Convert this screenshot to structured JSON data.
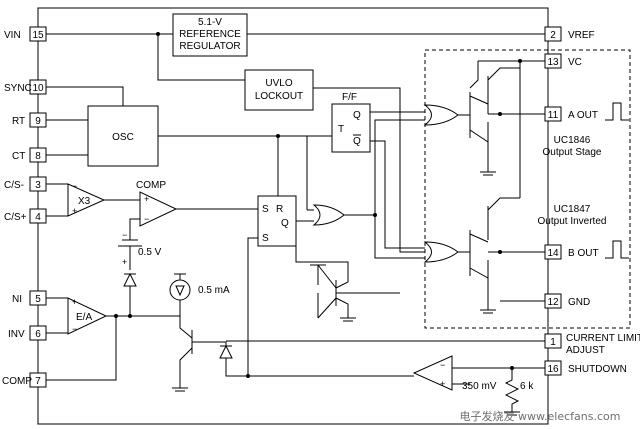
{
  "pins_left": [
    {
      "name": "VIN",
      "number": "15"
    },
    {
      "name": "SYNC",
      "number": "10"
    },
    {
      "name": "RT",
      "number": "9"
    },
    {
      "name": "CT",
      "number": "8"
    },
    {
      "name": "C/S-",
      "number": "3"
    },
    {
      "name": "C/S+",
      "number": "4"
    },
    {
      "name": "NI",
      "number": "5"
    },
    {
      "name": "INV",
      "number": "6"
    },
    {
      "name": "COMP",
      "number": "7"
    }
  ],
  "pins_right": [
    {
      "name": "VREF",
      "number": "2"
    },
    {
      "name": "VC",
      "number": "13"
    },
    {
      "name": "A OUT",
      "number": "11"
    },
    {
      "name": "B OUT",
      "number": "14"
    },
    {
      "name": "GND",
      "number": "12"
    },
    {
      "name": "CURRENT LIMIT",
      "name2": "ADJUST",
      "number": "1"
    },
    {
      "name": "SHUTDOWN",
      "number": "16"
    }
  ],
  "blocks": {
    "regulator": {
      "line1": "5.1-V",
      "line2": "REFERENCE",
      "line3": "REGULATOR"
    },
    "uvlo": {
      "line1": "UVLO",
      "line2": "LOCKOUT"
    },
    "osc": "OSC",
    "ff_title": "F/F",
    "ff_t": "T",
    "ff_q": "Q",
    "ff_qbar": "Q",
    "sr": {
      "s": "S",
      "r": "R",
      "q": "Q",
      "s2": "S"
    },
    "x3": "X3",
    "comp": "COMP",
    "ea": "E/A"
  },
  "annotations": {
    "v_ref_05": "0.5 V",
    "i_source": "0.5 mA",
    "v_350": "350 mV",
    "r_6k": "6 k",
    "uc1846": {
      "line1": "UC1846",
      "line2": "Output Stage"
    },
    "uc1847": {
      "line1": "UC1847",
      "line2": "Output Inverted"
    }
  },
  "watermark": "电子发烧友 www.elecfans.com"
}
